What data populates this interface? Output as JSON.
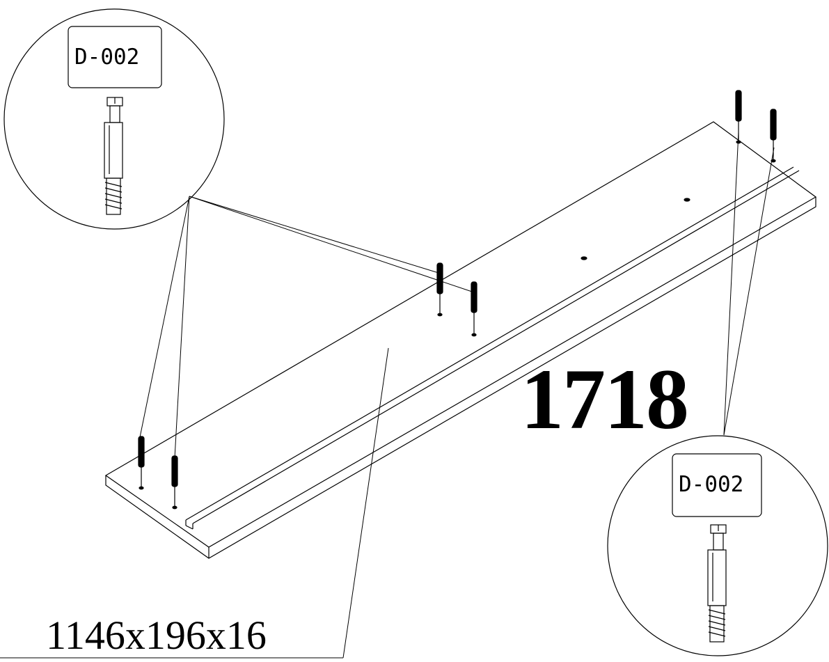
{
  "part_number": "1718",
  "dimensions": "1146x196x16",
  "callouts": [
    {
      "label": "D-002"
    },
    {
      "label": "D-002"
    }
  ],
  "colors": {
    "line": "#000000",
    "background": "#ffffff"
  }
}
